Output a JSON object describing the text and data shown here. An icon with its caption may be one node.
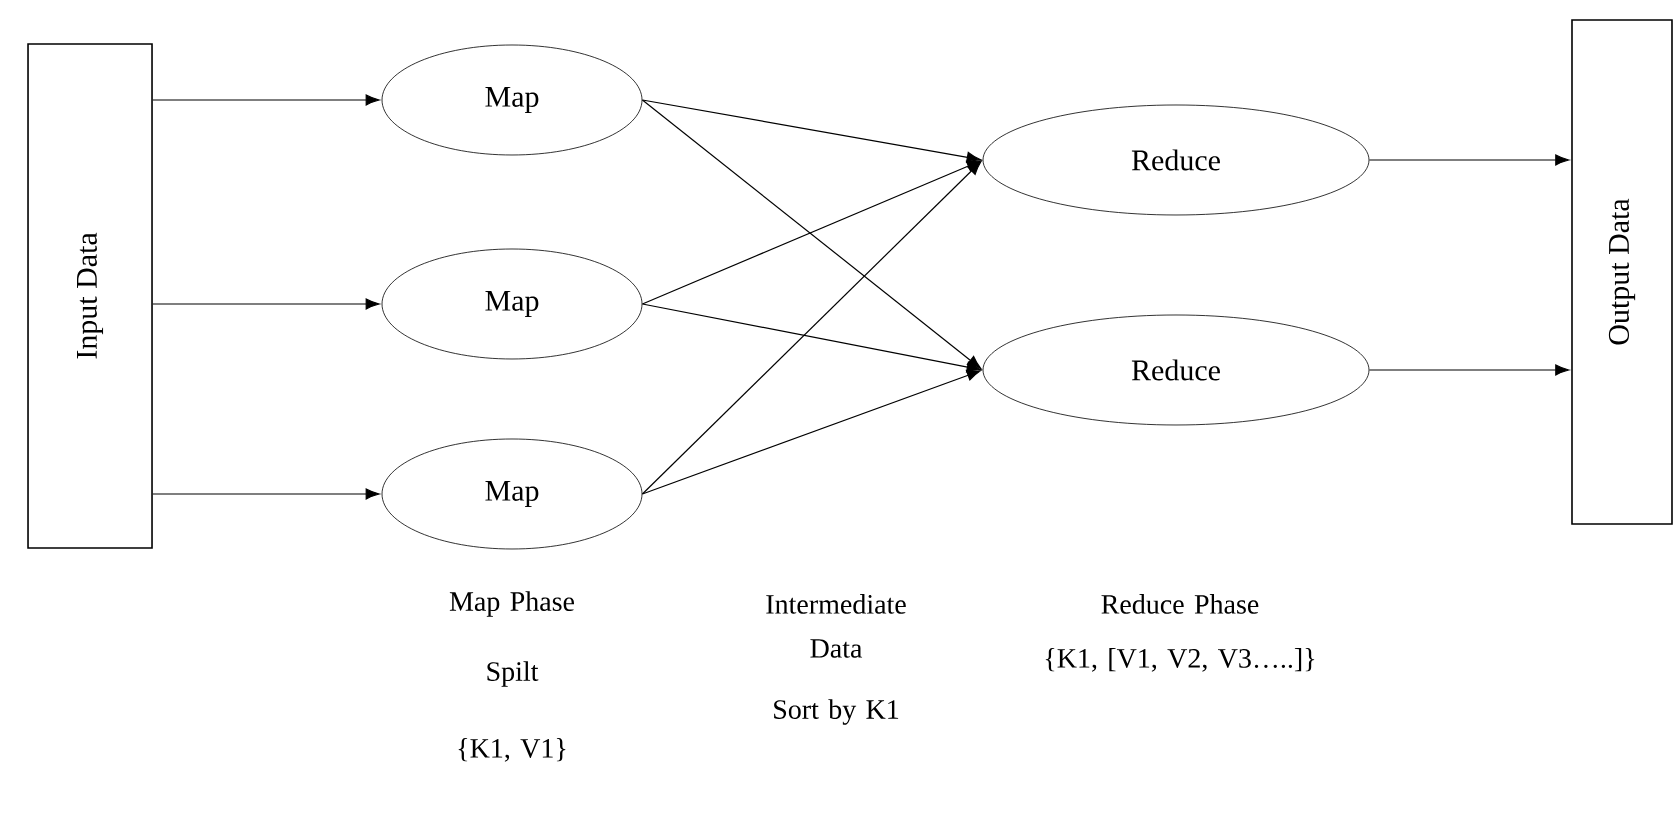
{
  "diagram": {
    "nodes": [
      {
        "text": [
          "Input Data"
        ]
      },
      {
        "text": [
          "Map"
        ]
      },
      {
        "text": [
          "Map"
        ]
      },
      {
        "text": [
          "Map"
        ]
      },
      {
        "text": [
          "Reduce"
        ]
      },
      {
        "text": [
          "Reduce"
        ]
      },
      {
        "text": [
          "Output Data"
        ]
      }
    ],
    "edges": [
      {
        "from": 0,
        "to": 1,
        "arrow": "to"
      },
      {
        "from": 0,
        "to": 2,
        "arrow": "to"
      },
      {
        "from": 0,
        "to": 3,
        "arrow": "to"
      },
      {
        "from": 1,
        "to": 4,
        "arrow": "to"
      },
      {
        "from": 1,
        "to": 5,
        "arrow": "to"
      },
      {
        "from": 2,
        "to": 4,
        "arrow": "to"
      },
      {
        "from": 2,
        "to": 5,
        "arrow": "to"
      },
      {
        "from": 3,
        "to": 4,
        "arrow": "to"
      },
      {
        "from": 3,
        "to": 5,
        "arrow": "to"
      },
      {
        "from": 4,
        "to": 6,
        "arrow": "to"
      },
      {
        "from": 5,
        "to": 6,
        "arrow": "to"
      }
    ],
    "labels": [
      "Map Phase",
      "Intermediate Data",
      "Reduce Phase",
      "Spilt",
      "{K1, [V1, V2, V3…..]}",
      "Sort by K1",
      "{K1, V1}"
    ]
  }
}
